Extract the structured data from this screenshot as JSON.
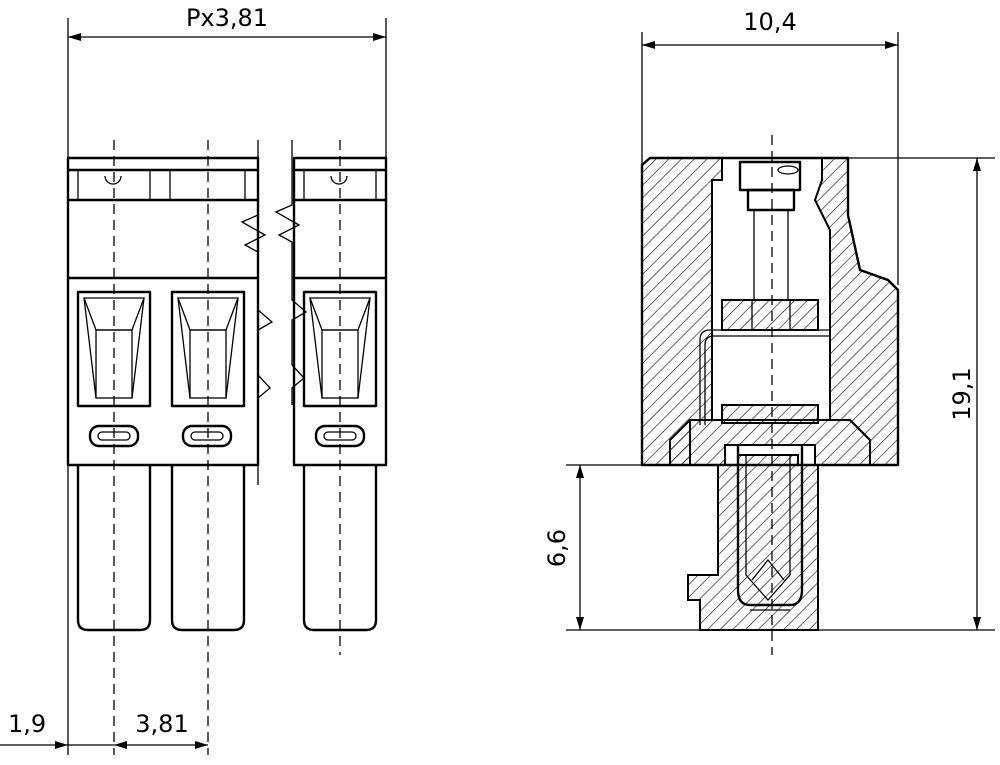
{
  "dimensions": {
    "pitch_total": "Px3,81",
    "width_side": "10,4",
    "height_total": "19,1",
    "pin_length": "6,6",
    "edge_offset": "1,9",
    "pitch": "3,81"
  }
}
